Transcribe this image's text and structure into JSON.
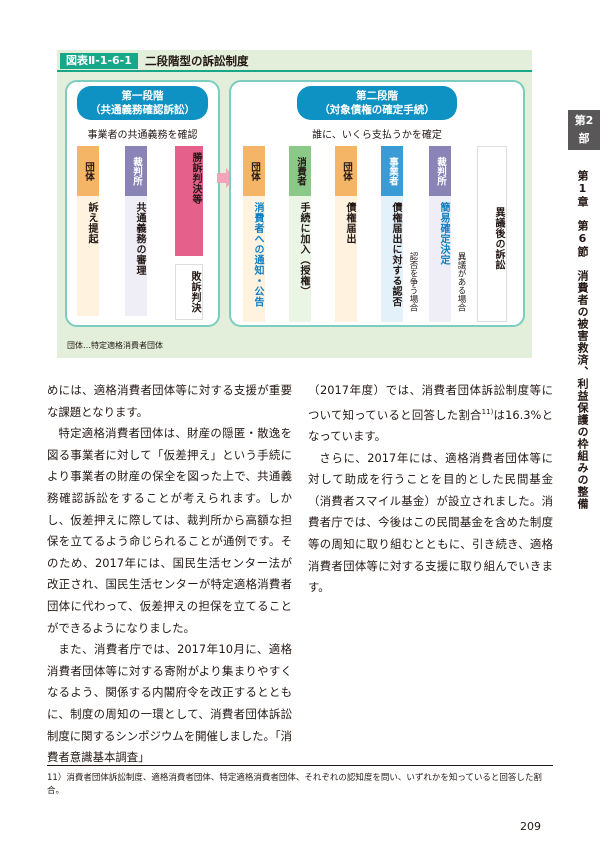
{
  "figure": {
    "label": "図表Ⅱ-1-6-1",
    "title": "二段階型の訴訟制度",
    "stage1": {
      "head_line1": "第一段階",
      "head_line2": "（共通義務確認訴訟）",
      "desc": "事業者の共通義務を確認",
      "col1_label": "団体",
      "col1_text": "訴え提起",
      "col2_label": "裁判所",
      "col2_text": "共通義務の審理",
      "win": "勝訴判決等",
      "lose": "敗訴判決"
    },
    "stage2": {
      "head_line1": "第二段階",
      "head_line2": "（対象債権の確定手続）",
      "desc": "誰に、いくら支払うかを確定",
      "c1_label": "団体",
      "c1_text": "消費者への通知・公告",
      "c2_label": "消費者",
      "c2_text": "手続に加入（授権）",
      "c3_label": "団体",
      "c3_text": "債権届出",
      "c4_label": "事業者",
      "c4_text": "債権届出に対する認否",
      "c4_note": "認否を争う場合",
      "c5_label": "裁判所",
      "c5_text": "簡易確定決定",
      "c5_note": "異議がある場合",
      "c6_text": "異議後の訴訟"
    },
    "note": "団体…特定適格消費者団体"
  },
  "colors": {
    "teal": "#17a88a",
    "header_blue": "#0e92c3",
    "orange": "#f4b566",
    "green": "#8cc887",
    "purple": "#8a84b6",
    "pink": "#e6608c",
    "blue": "#3b9bd5",
    "light_teal": "#7ccdc0"
  },
  "text": {
    "left": [
      "めには、適格消費者団体等に対する支援が重要な課題となります。",
      "特定適格消費者団体は、財産の隠匿・散逸を図る事業者に対して「仮差押え」という手続により事業者の財産の保全を図った上で、共通義務確認訴訟をすることが考えられます。しかし、仮差押えに際しては、裁判所から高額な担保を立てるよう命じられることが通例です。そのため、2017年には、国民生活センター法が改正され、国民生活センターが特定適格消費者団体に代わって、仮差押えの担保を立てることができるようになりました。",
      "また、消費者庁では、2017年10月に、適格消費者団体等に対する寄附がより集まりやすくなるよう、関係する内閣府令を改正するとともに、制度の周知の一環として、消費者団体訴訟制度に関するシンポジウムを開催しました。「消費者意識基本調査」"
    ],
    "right": [
      "（2017年度）では、消費者団体訴訟制度等について知っていると回答した割合",
      "11)",
      "は16.3%となっています。",
      "さらに、2017年には、適格消費者団体等に対して助成を行うことを目的とした民間基金（消費者スマイル基金）が設立されました。消費者庁では、今後はこの民間基金を含めた制度等の周知に取り組むとともに、引き続き、適格消費者団体等に対する支援に取り組んでいきます。"
    ]
  },
  "sidebar": {
    "tab_line1": "第2",
    "tab_line2": "部",
    "chapter": "第1章　第6節　消費者の被害救済、利益保護の枠組みの整備"
  },
  "footnote": "11）消費者団体訴訟制度、適格消費者団体、特定適格消費者団体、それぞれの認知度を問い、いずれかを知っていると回答した割合。",
  "page_number": "209"
}
